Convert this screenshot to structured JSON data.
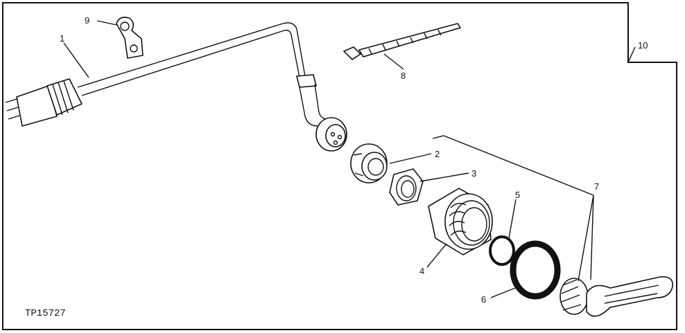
{
  "figure_id": "TP15727",
  "callouts": [
    "1",
    "2",
    "3",
    "4",
    "5",
    "6",
    "7",
    "8",
    "9",
    "10"
  ],
  "parts": [
    {
      "callout": "1",
      "icon": "heater-cord-icon"
    },
    {
      "callout": "2",
      "icon": "slotted-nut-icon"
    },
    {
      "callout": "3",
      "icon": "hex-nut-icon"
    },
    {
      "callout": "4",
      "icon": "adapter-fitting-icon"
    },
    {
      "callout": "5",
      "icon": "o-ring-icon"
    },
    {
      "callout": "6",
      "icon": "gasket-icon"
    },
    {
      "callout": "7",
      "icon": "heating-element-icon"
    },
    {
      "callout": "8",
      "icon": "cable-strap-icon"
    },
    {
      "callout": "9",
      "icon": "clamp-icon"
    },
    {
      "callout": "10",
      "icon": "heater-kit-border-icon"
    }
  ]
}
